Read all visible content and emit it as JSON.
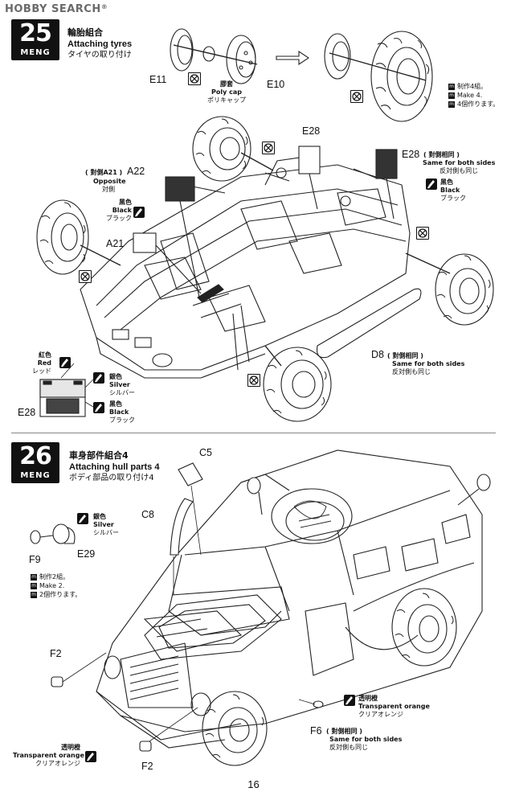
{
  "watermark": "HOBBY SEARCH",
  "watermark_mark": "®",
  "brand": "MENG",
  "page_number": "16",
  "step25": {
    "number": "25",
    "title_zh": "輪胎組合",
    "title_en": "Attaching tyres",
    "title_ja": "タイヤの取り付け",
    "parts": {
      "e11": "E11",
      "e10": "E10",
      "e28_top": "E28",
      "e28_side": "E28",
      "a22": "A22",
      "a21": "A21",
      "d8": "D8",
      "e28_panel": "E28"
    },
    "polycap": {
      "zh": "膠套",
      "en": "Poly cap",
      "ja": "ポリキャップ"
    },
    "make": {
      "zh": "制作4組。",
      "en": "Make 4.",
      "ja": "4個作ります。"
    },
    "e28_note": {
      "zh": "( 對側相同 )",
      "en": "Same for both sides",
      "ja": "反対側も同じ"
    },
    "a22_note": {
      "zh": "( 對側A21 )",
      "en": "Opposite",
      "ja": "対側"
    },
    "d8_note": {
      "zh": "( 對側相同 )",
      "en": "Same for both sides",
      "ja": "反対側も同じ"
    },
    "black_right": {
      "zh": "黑色",
      "en": "Black",
      "ja": "ブラック"
    },
    "black_left": {
      "zh": "黑色",
      "en": "Black",
      "ja": "ブラック"
    },
    "red": {
      "zh": "紅色",
      "en": "Red",
      "ja": "レッド"
    },
    "silver": {
      "zh": "銀色",
      "en": "Silver",
      "ja": "シルバー"
    },
    "black_panel": {
      "zh": "黑色",
      "en": "Black",
      "ja": "ブラック"
    }
  },
  "step26": {
    "number": "26",
    "title_zh": "車身部件組合4",
    "title_en": "Attaching hull parts 4",
    "title_ja": "ボディ部品の取り付け4",
    "parts": {
      "c5": "C5",
      "c8": "C8",
      "f9": "F9",
      "e29": "E29",
      "f2_top": "F2",
      "f2_bottom": "F2",
      "f6": "F6"
    },
    "silver": {
      "zh": "銀色",
      "en": "Silver",
      "ja": "シルバー"
    },
    "make": {
      "zh": "制作2組。",
      "en": "Make 2.",
      "ja": "2個作ります。"
    },
    "orange_right": {
      "zh": "透明橙",
      "en": "Transparent orange",
      "ja": "クリアオレンジ"
    },
    "orange_left": {
      "zh": "透明橙",
      "en": "Transparent orange",
      "ja": "クリアオレンジ"
    },
    "f6_note": {
      "zh": "( 對側相同 )",
      "en": "Same for both sides",
      "ja": "反対側も同じ"
    }
  },
  "icons": {
    "cut": "no-glue-icon",
    "paint": "paint-brush-icon"
  },
  "colors": {
    "ink": "#111111",
    "step_badge": "#111111",
    "watermark": "#6b6b6b"
  }
}
